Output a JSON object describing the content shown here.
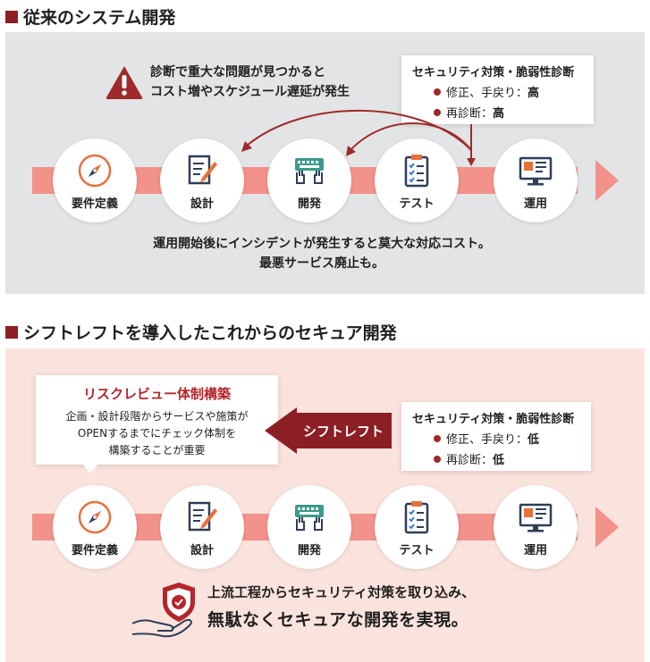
{
  "sections": {
    "traditional": {
      "title": "従来のシステム開発",
      "warning": {
        "line1": "診断で重大な問題が見つかると",
        "line2": "コスト増やスケジュール遅延が発生"
      },
      "callout": {
        "title": "セキュリティ対策・脆弱性診断",
        "rows": [
          {
            "label": "修正、手戻り：",
            "value": "高"
          },
          {
            "label": "再診断：",
            "value": "高"
          }
        ]
      },
      "message": {
        "line1": "運用開始後にインシデントが発生すると莫大な対応コスト。",
        "line2": "最悪サービス廃止も。"
      }
    },
    "shift_left": {
      "title": "シフトレフトを導入したこれからのセキュア開発",
      "risk_review": {
        "title": "リスクレビュー体制構築",
        "line1": "企画・設計段階からサービスや施策が",
        "line2": "OPENするまでにチェック体制を",
        "line3": "構築することが重要"
      },
      "shift_label": "シフトレフト",
      "callout": {
        "title": "セキュリティ対策・脆弱性診断",
        "rows": [
          {
            "label": "修正、手戻り：",
            "value": "低"
          },
          {
            "label": "再診断：",
            "value": "低"
          }
        ]
      },
      "message": {
        "line1": "上流工程からセキュリティ対策を取り込み、",
        "line2": "無駄なくセキュアな開発を実現。"
      }
    }
  },
  "stages": [
    "要件定義",
    "設計",
    "開発",
    "テスト",
    "運用"
  ],
  "icons": {
    "requirements": "compass-icon",
    "design": "document-pencil-icon",
    "development": "keyboard-hands-icon",
    "test": "clipboard-checklist-icon",
    "operation": "monitor-icon",
    "warning": "warning-triangle-icon",
    "shield": "shield-check-icon"
  },
  "colors": {
    "accent_dark": "#8c1f24",
    "band": "#f2928a",
    "top_panel": "#e3e4e6",
    "bottom_panel": "#fbe3dd",
    "risk_title": "#b4252c",
    "icon_orange": "#e8703a",
    "icon_navy": "#2f3e58",
    "icon_teal": "#3a9b8c"
  }
}
